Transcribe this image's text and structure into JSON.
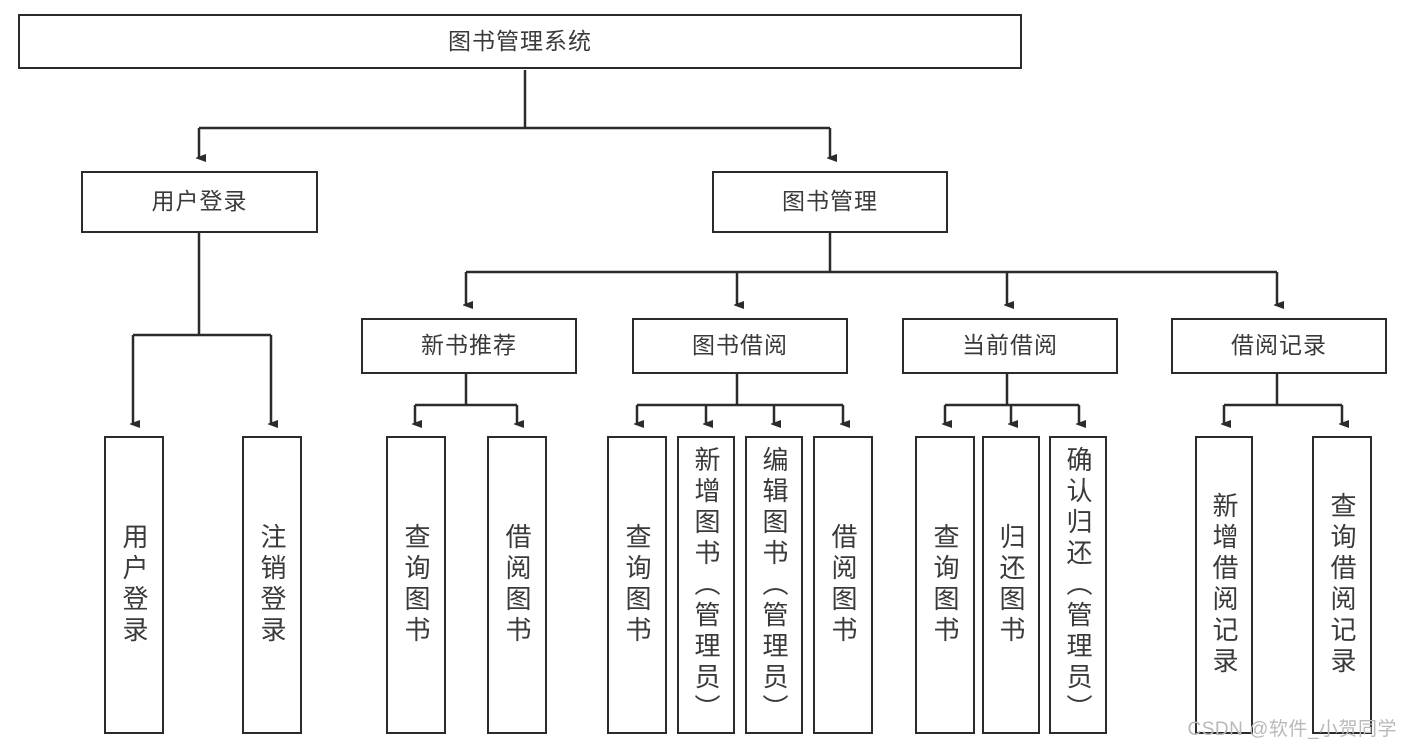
{
  "diagram": {
    "title": "图书管理系统",
    "type": "tree",
    "stroke_color": "#2b2b2b",
    "text_color": "#3a3a3a",
    "background_color": "#ffffff"
  },
  "root": {
    "label": "图书管理系统"
  },
  "level2": [
    {
      "label": "用户登录"
    },
    {
      "label": "图书管理"
    }
  ],
  "level3": [
    {
      "label": "新书推荐"
    },
    {
      "label": "图书借阅"
    },
    {
      "label": "当前借阅"
    },
    {
      "label": "借阅记录"
    }
  ],
  "leaves": {
    "user_login": [
      {
        "label": "用户登录"
      },
      {
        "label": "注销登录"
      }
    ],
    "new_book_recommend": [
      {
        "label": "查询图书"
      },
      {
        "label": "借阅图书"
      }
    ],
    "book_borrow": [
      {
        "label": "查询图书"
      },
      {
        "label": "新增图书（管理员）"
      },
      {
        "label": "编辑图书（管理员）"
      },
      {
        "label": "借阅图书"
      }
    ],
    "current_borrow": [
      {
        "label": "查询图书"
      },
      {
        "label": "归还图书"
      },
      {
        "label": "确认归还（管理员）"
      }
    ],
    "borrow_record": [
      {
        "label": "新增借阅记录"
      },
      {
        "label": "查询借阅记录"
      }
    ]
  },
  "watermark": {
    "text": "CSDN @软件_小贺同学"
  }
}
